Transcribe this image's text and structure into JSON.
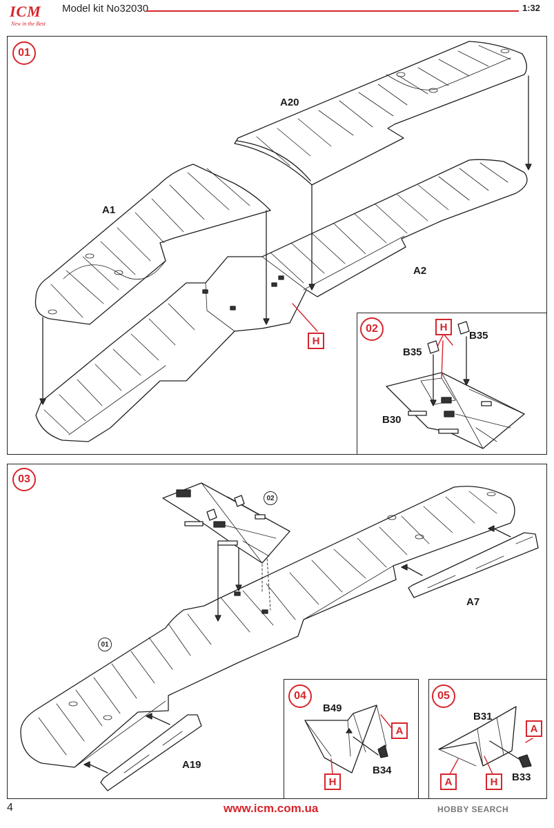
{
  "header": {
    "brand": "ICM",
    "brand_tagline": "New in the Best",
    "kit_title": "Model kit No32030",
    "scale": "1:32",
    "accent_color": "#d6242b"
  },
  "steps": [
    {
      "number": "01",
      "parts": [
        "A20",
        "A1",
        "A2"
      ],
      "callouts": [
        "H"
      ]
    },
    {
      "number": "02",
      "parts": [
        "B35",
        "B35",
        "B30"
      ],
      "callouts": [
        "H"
      ]
    },
    {
      "number": "03",
      "refs": [
        "02",
        "01"
      ],
      "parts": [
        "A7",
        "A19"
      ]
    },
    {
      "number": "04",
      "parts": [
        "B49",
        "B34"
      ],
      "callouts": [
        "A",
        "H"
      ]
    },
    {
      "number": "05",
      "parts": [
        "B31",
        "B33"
      ],
      "callouts": [
        "A",
        "A",
        "H"
      ]
    }
  ],
  "footer": {
    "page_number": "4",
    "website": "www.icm.com.ua",
    "watermark": "HOBBY SEARCH"
  }
}
